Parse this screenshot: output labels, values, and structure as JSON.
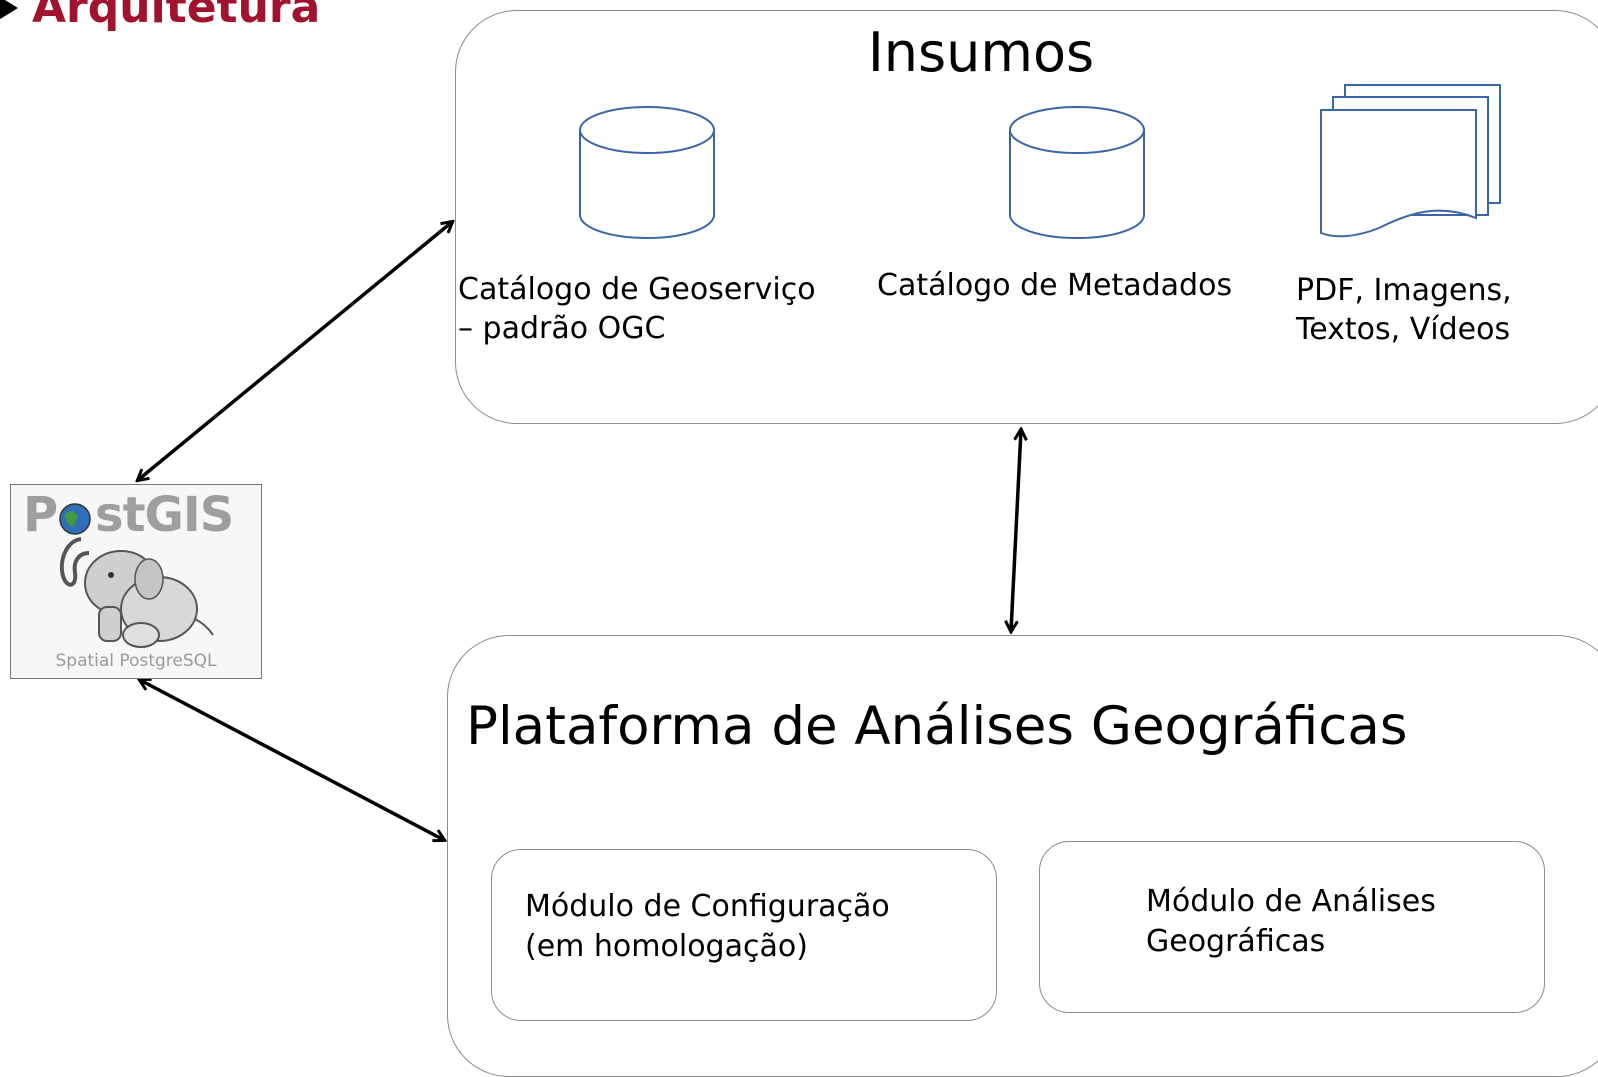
{
  "header": {
    "title": "Arquitetura"
  },
  "insumos": {
    "title": "Insumos",
    "items": [
      {
        "icon": "database-icon",
        "lines": [
          "Catálogo de Geoserviço",
          " – padrão OGC"
        ]
      },
      {
        "icon": "database-icon",
        "lines": [
          "Catálogo de Metadados"
        ]
      },
      {
        "icon": "documents-icon",
        "lines": [
          "PDF, Imagens,",
          "Textos, Vídeos"
        ]
      }
    ]
  },
  "plataforma": {
    "title": "Plataforma de Análises Geográficas",
    "modules": [
      {
        "lines": [
          "Módulo de Configuração",
          "(em homologação)"
        ]
      },
      {
        "lines": [
          "Módulo de Análises",
          "Geográficas"
        ]
      }
    ]
  },
  "postgis": {
    "wordmark_left": "P",
    "wordmark_right": "stGIS",
    "subtitle": "Spatial PostgreSQL",
    "icon": "postgis-elephant-logo"
  },
  "colors": {
    "title": "#a0122d",
    "panel_border": "#8c8c8c",
    "icon_stroke": "#3a66a8",
    "arrow": "#000000"
  }
}
